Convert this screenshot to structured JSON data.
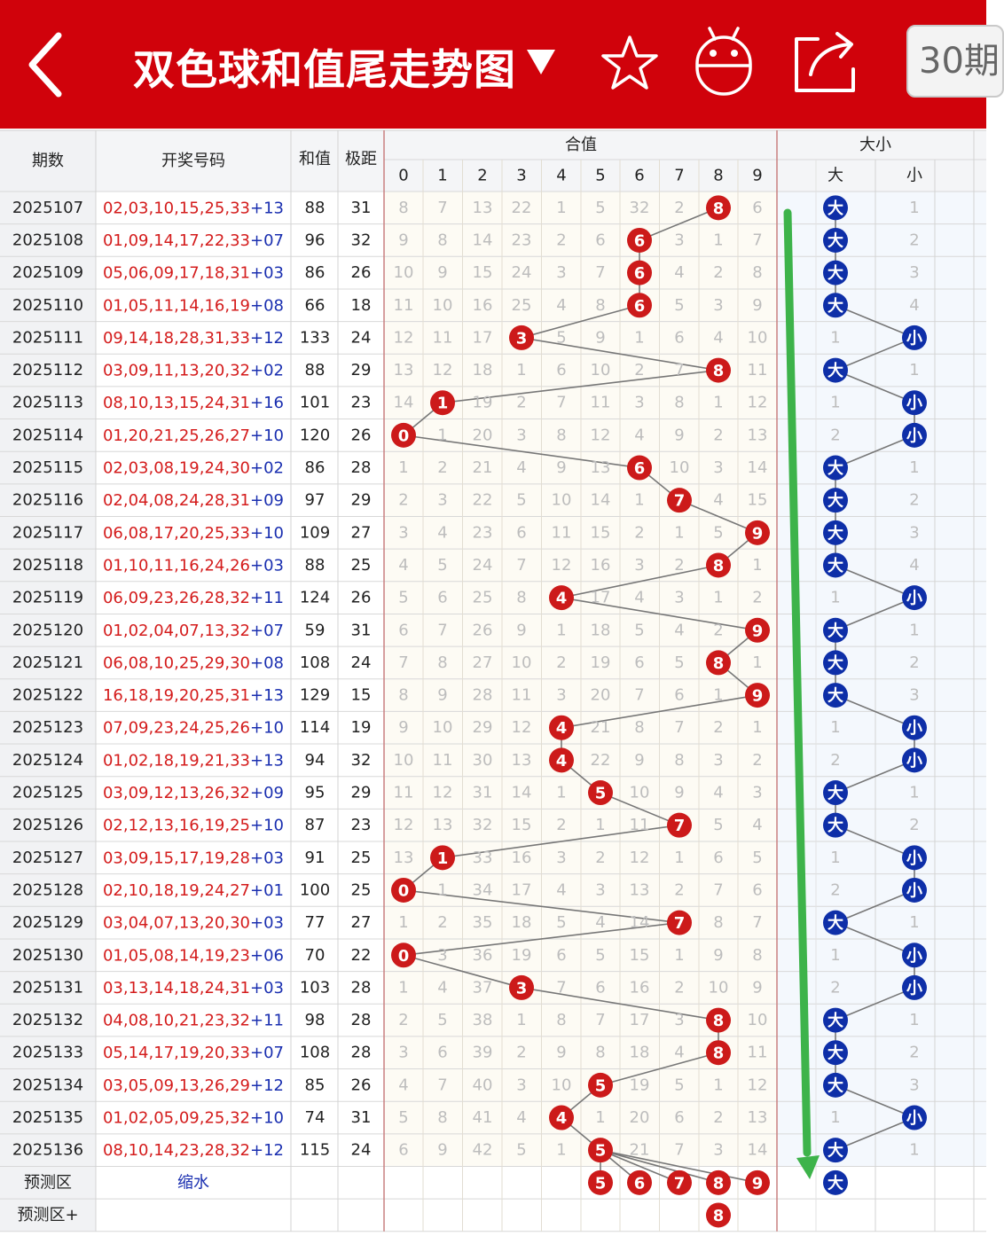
{
  "header": {
    "title": "双色球和值尾走势图",
    "period_button": "30期"
  },
  "columns": {
    "period": "期数",
    "numbers": "开奖号码",
    "sum": "和值",
    "span": "极距",
    "group_tail": "合值",
    "group_size": "大小",
    "tails": [
      "0",
      "1",
      "2",
      "3",
      "4",
      "5",
      "6",
      "7",
      "8",
      "9"
    ],
    "big": "大",
    "small": "小"
  },
  "rows": [
    {
      "period": "2025107",
      "red": "02,03,10,15,25,33",
      "blue": "13",
      "sum": "88",
      "span": "31",
      "tail": 8,
      "tails": [
        8,
        7,
        13,
        22,
        1,
        5,
        32,
        2,
        0,
        6
      ],
      "size": "big",
      "other": 1
    },
    {
      "period": "2025108",
      "red": "01,09,14,17,22,33",
      "blue": "07",
      "sum": "96",
      "span": "32",
      "tail": 6,
      "tails": [
        9,
        8,
        14,
        23,
        2,
        6,
        0,
        3,
        1,
        7
      ],
      "size": "big",
      "other": 2
    },
    {
      "period": "2025109",
      "red": "05,06,09,17,18,31",
      "blue": "03",
      "sum": "86",
      "span": "26",
      "tail": 6,
      "tails": [
        10,
        9,
        15,
        24,
        3,
        7,
        0,
        4,
        2,
        8
      ],
      "size": "big",
      "other": 3
    },
    {
      "period": "2025110",
      "red": "01,05,11,14,16,19",
      "blue": "08",
      "sum": "66",
      "span": "18",
      "tail": 6,
      "tails": [
        11,
        10,
        16,
        25,
        4,
        8,
        0,
        5,
        3,
        9
      ],
      "size": "big",
      "other": 4
    },
    {
      "period": "2025111",
      "red": "09,14,18,28,31,33",
      "blue": "12",
      "sum": "133",
      "span": "24",
      "tail": 3,
      "tails": [
        12,
        11,
        17,
        0,
        5,
        9,
        1,
        6,
        4,
        10
      ],
      "size": "small",
      "other": 1
    },
    {
      "period": "2025112",
      "red": "03,09,11,13,20,32",
      "blue": "02",
      "sum": "88",
      "span": "29",
      "tail": 8,
      "tails": [
        13,
        12,
        18,
        1,
        6,
        10,
        2,
        7,
        0,
        11
      ],
      "size": "big",
      "other": 1
    },
    {
      "period": "2025113",
      "red": "08,10,13,15,24,31",
      "blue": "16",
      "sum": "101",
      "span": "23",
      "tail": 1,
      "tails": [
        14,
        0,
        19,
        2,
        7,
        11,
        3,
        8,
        1,
        12
      ],
      "size": "small",
      "other": 1
    },
    {
      "period": "2025114",
      "red": "01,20,21,25,26,27",
      "blue": "10",
      "sum": "120",
      "span": "26",
      "tail": 0,
      "tails": [
        0,
        1,
        20,
        3,
        8,
        12,
        4,
        9,
        2,
        13
      ],
      "size": "small",
      "other": 2
    },
    {
      "period": "2025115",
      "red": "02,03,08,19,24,30",
      "blue": "02",
      "sum": "86",
      "span": "28",
      "tail": 6,
      "tails": [
        1,
        2,
        21,
        4,
        9,
        13,
        0,
        10,
        3,
        14
      ],
      "size": "big",
      "other": 1
    },
    {
      "period": "2025116",
      "red": "02,04,08,24,28,31",
      "blue": "09",
      "sum": "97",
      "span": "29",
      "tail": 7,
      "tails": [
        2,
        3,
        22,
        5,
        10,
        14,
        1,
        0,
        4,
        15
      ],
      "size": "big",
      "other": 2
    },
    {
      "period": "2025117",
      "red": "06,08,17,20,25,33",
      "blue": "10",
      "sum": "109",
      "span": "27",
      "tail": 9,
      "tails": [
        3,
        4,
        23,
        6,
        11,
        15,
        2,
        1,
        5,
        0
      ],
      "size": "big",
      "other": 3
    },
    {
      "period": "2025118",
      "red": "01,10,11,16,24,26",
      "blue": "03",
      "sum": "88",
      "span": "25",
      "tail": 8,
      "tails": [
        4,
        5,
        24,
        7,
        12,
        16,
        3,
        2,
        0,
        1
      ],
      "size": "big",
      "other": 4
    },
    {
      "period": "2025119",
      "red": "06,09,23,26,28,32",
      "blue": "11",
      "sum": "124",
      "span": "26",
      "tail": 4,
      "tails": [
        5,
        6,
        25,
        8,
        0,
        17,
        4,
        3,
        1,
        2
      ],
      "size": "small",
      "other": 1
    },
    {
      "period": "2025120",
      "red": "01,02,04,07,13,32",
      "blue": "07",
      "sum": "59",
      "span": "31",
      "tail": 9,
      "tails": [
        6,
        7,
        26,
        9,
        1,
        18,
        5,
        4,
        2,
        0
      ],
      "size": "big",
      "other": 1
    },
    {
      "period": "2025121",
      "red": "06,08,10,25,29,30",
      "blue": "08",
      "sum": "108",
      "span": "24",
      "tail": 8,
      "tails": [
        7,
        8,
        27,
        10,
        2,
        19,
        6,
        5,
        0,
        1
      ],
      "size": "big",
      "other": 2
    },
    {
      "period": "2025122",
      "red": "16,18,19,20,25,31",
      "blue": "13",
      "sum": "129",
      "span": "15",
      "tail": 9,
      "tails": [
        8,
        9,
        28,
        11,
        3,
        20,
        7,
        6,
        1,
        0
      ],
      "size": "big",
      "other": 3
    },
    {
      "period": "2025123",
      "red": "07,09,23,24,25,26",
      "blue": "10",
      "sum": "114",
      "span": "19",
      "tail": 4,
      "tails": [
        9,
        10,
        29,
        12,
        0,
        21,
        8,
        7,
        2,
        1
      ],
      "size": "small",
      "other": 1
    },
    {
      "period": "2025124",
      "red": "01,02,18,19,21,33",
      "blue": "13",
      "sum": "94",
      "span": "32",
      "tail": 4,
      "tails": [
        10,
        11,
        30,
        13,
        0,
        22,
        9,
        8,
        3,
        2
      ],
      "size": "small",
      "other": 2
    },
    {
      "period": "2025125",
      "red": "03,09,12,13,26,32",
      "blue": "09",
      "sum": "95",
      "span": "29",
      "tail": 5,
      "tails": [
        11,
        12,
        31,
        14,
        1,
        0,
        10,
        9,
        4,
        3
      ],
      "size": "big",
      "other": 1
    },
    {
      "period": "2025126",
      "red": "02,12,13,16,19,25",
      "blue": "10",
      "sum": "87",
      "span": "23",
      "tail": 7,
      "tails": [
        12,
        13,
        32,
        15,
        2,
        1,
        11,
        0,
        5,
        4
      ],
      "size": "big",
      "other": 2
    },
    {
      "period": "2025127",
      "red": "03,09,15,17,19,28",
      "blue": "03",
      "sum": "91",
      "span": "25",
      "tail": 1,
      "tails": [
        13,
        0,
        33,
        16,
        3,
        2,
        12,
        1,
        6,
        5
      ],
      "size": "small",
      "other": 1
    },
    {
      "period": "2025128",
      "red": "02,10,18,19,24,27",
      "blue": "01",
      "sum": "100",
      "span": "25",
      "tail": 0,
      "tails": [
        0,
        1,
        34,
        17,
        4,
        3,
        13,
        2,
        7,
        6
      ],
      "size": "small",
      "other": 2
    },
    {
      "period": "2025129",
      "red": "03,04,07,13,20,30",
      "blue": "03",
      "sum": "77",
      "span": "27",
      "tail": 7,
      "tails": [
        1,
        2,
        35,
        18,
        5,
        4,
        14,
        0,
        8,
        7
      ],
      "size": "big",
      "other": 1
    },
    {
      "period": "2025130",
      "red": "01,05,08,14,19,23",
      "blue": "06",
      "sum": "70",
      "span": "22",
      "tail": 0,
      "tails": [
        0,
        3,
        36,
        19,
        6,
        5,
        15,
        1,
        9,
        8
      ],
      "size": "small",
      "other": 1
    },
    {
      "period": "2025131",
      "red": "03,13,14,18,24,31",
      "blue": "03",
      "sum": "103",
      "span": "28",
      "tail": 3,
      "tails": [
        1,
        4,
        37,
        0,
        7,
        6,
        16,
        2,
        10,
        9
      ],
      "size": "small",
      "other": 2
    },
    {
      "period": "2025132",
      "red": "04,08,10,21,23,32",
      "blue": "11",
      "sum": "98",
      "span": "28",
      "tail": 8,
      "tails": [
        2,
        5,
        38,
        1,
        8,
        7,
        17,
        3,
        0,
        10
      ],
      "size": "big",
      "other": 1
    },
    {
      "period": "2025133",
      "red": "05,14,17,19,20,33",
      "blue": "07",
      "sum": "108",
      "span": "28",
      "tail": 8,
      "tails": [
        3,
        6,
        39,
        2,
        9,
        8,
        18,
        4,
        0,
        11
      ],
      "size": "big",
      "other": 2
    },
    {
      "period": "2025134",
      "red": "03,05,09,13,26,29",
      "blue": "12",
      "sum": "85",
      "span": "26",
      "tail": 5,
      "tails": [
        4,
        7,
        40,
        3,
        10,
        0,
        19,
        5,
        1,
        12
      ],
      "size": "big",
      "other": 3
    },
    {
      "period": "2025135",
      "red": "01,02,05,09,25,32",
      "blue": "10",
      "sum": "74",
      "span": "31",
      "tail": 4,
      "tails": [
        5,
        8,
        41,
        4,
        0,
        1,
        20,
        6,
        2,
        13
      ],
      "size": "small",
      "other": 1
    },
    {
      "period": "2025136",
      "red": "08,10,14,23,28,32",
      "blue": "12",
      "sum": "115",
      "span": "24",
      "tail": 5,
      "tails": [
        6,
        9,
        42,
        5,
        1,
        0,
        21,
        7,
        3,
        14
      ],
      "size": "big",
      "other": 1
    }
  ],
  "prediction": {
    "label": "预测区",
    "text": "缩水",
    "tails": [
      5,
      6,
      7,
      8,
      9
    ],
    "size": "大"
  },
  "prediction_plus": {
    "label": "预测区+",
    "tails": [
      8
    ]
  },
  "colors": {
    "brand_red": "#d0020b",
    "ball_red": "#cc1a1a",
    "ball_blue": "#0e2fa8",
    "blue_text": "#1a2fb0",
    "red_text": "#d41c1c",
    "arrow_green": "#3db34a"
  }
}
